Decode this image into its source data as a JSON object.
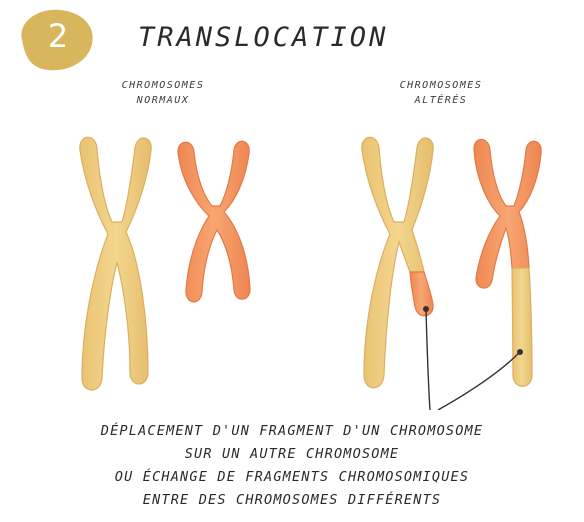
{
  "badge": {
    "number": "2",
    "color": "#d9b55b"
  },
  "title": "TRANSLOCATION",
  "labels": {
    "normal": [
      "CHROMOSOMES",
      "NORMAUX"
    ],
    "altered": [
      "CHROMOSOMES",
      "ALTÉRÉS"
    ]
  },
  "colors": {
    "yellow_chromosome": "#eecb7c",
    "orange_chromosome": "#f39a63",
    "outline": "#e2b064"
  },
  "caption": [
    "DÉPLACEMENT D'UN FRAGMENT D'UN CHROMOSOME",
    "SUR UN AUTRE CHROMOSOME",
    "OU ÉCHANGE DE FRAGMENTS CHROMOSOMIQUES",
    "ENTRE DES CHROMOSOMES DIFFÉRENTS"
  ]
}
